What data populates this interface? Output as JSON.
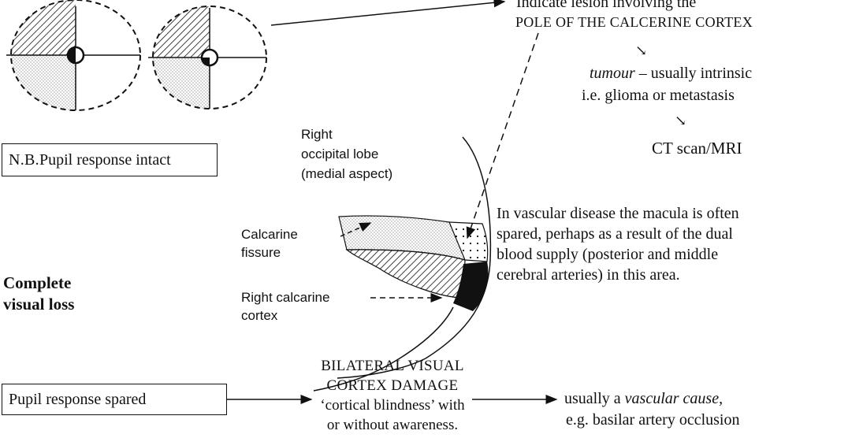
{
  "top": {
    "lesion_line1": "Indicate lesion involving the",
    "lesion_line2": "POLE OF THE CALCERINE CORTEX",
    "arrow1": "↘",
    "tumour_word": "tumour",
    "tumour_rest": " – usually intrinsic",
    "glioma": "i.e. glioma or metastasis",
    "arrow2": "↘",
    "ct": "CT scan/MRI"
  },
  "nb_box": {
    "prefix": "N.B.",
    "text": " Pupil response intact"
  },
  "brain_labels": {
    "lobe": [
      "Right",
      "occipital lobe",
      "(medial aspect)"
    ],
    "fissure": [
      "Calcarine",
      "fissure"
    ],
    "cortex": [
      "Right calcarine",
      "cortex"
    ]
  },
  "vascular_note": [
    "In vascular disease the macula is often",
    "spared, perhaps as a result of the dual",
    "blood supply (posterior and middle",
    "cerebral arteries) in this area."
  ],
  "complete_loss": [
    "Complete",
    "visual loss"
  ],
  "bottom": {
    "pupil_spared": "Pupil response spared",
    "bilateral": [
      "BILATERAL VISUAL",
      "CORTEX DAMAGE",
      "‘cortical blindness’ with",
      "or without awareness."
    ],
    "usually_prefix": "usually a ",
    "usually_italic": "vascular cause",
    "usually_suffix": ",",
    "basilar": "e.g. basilar artery occlusion"
  }
}
